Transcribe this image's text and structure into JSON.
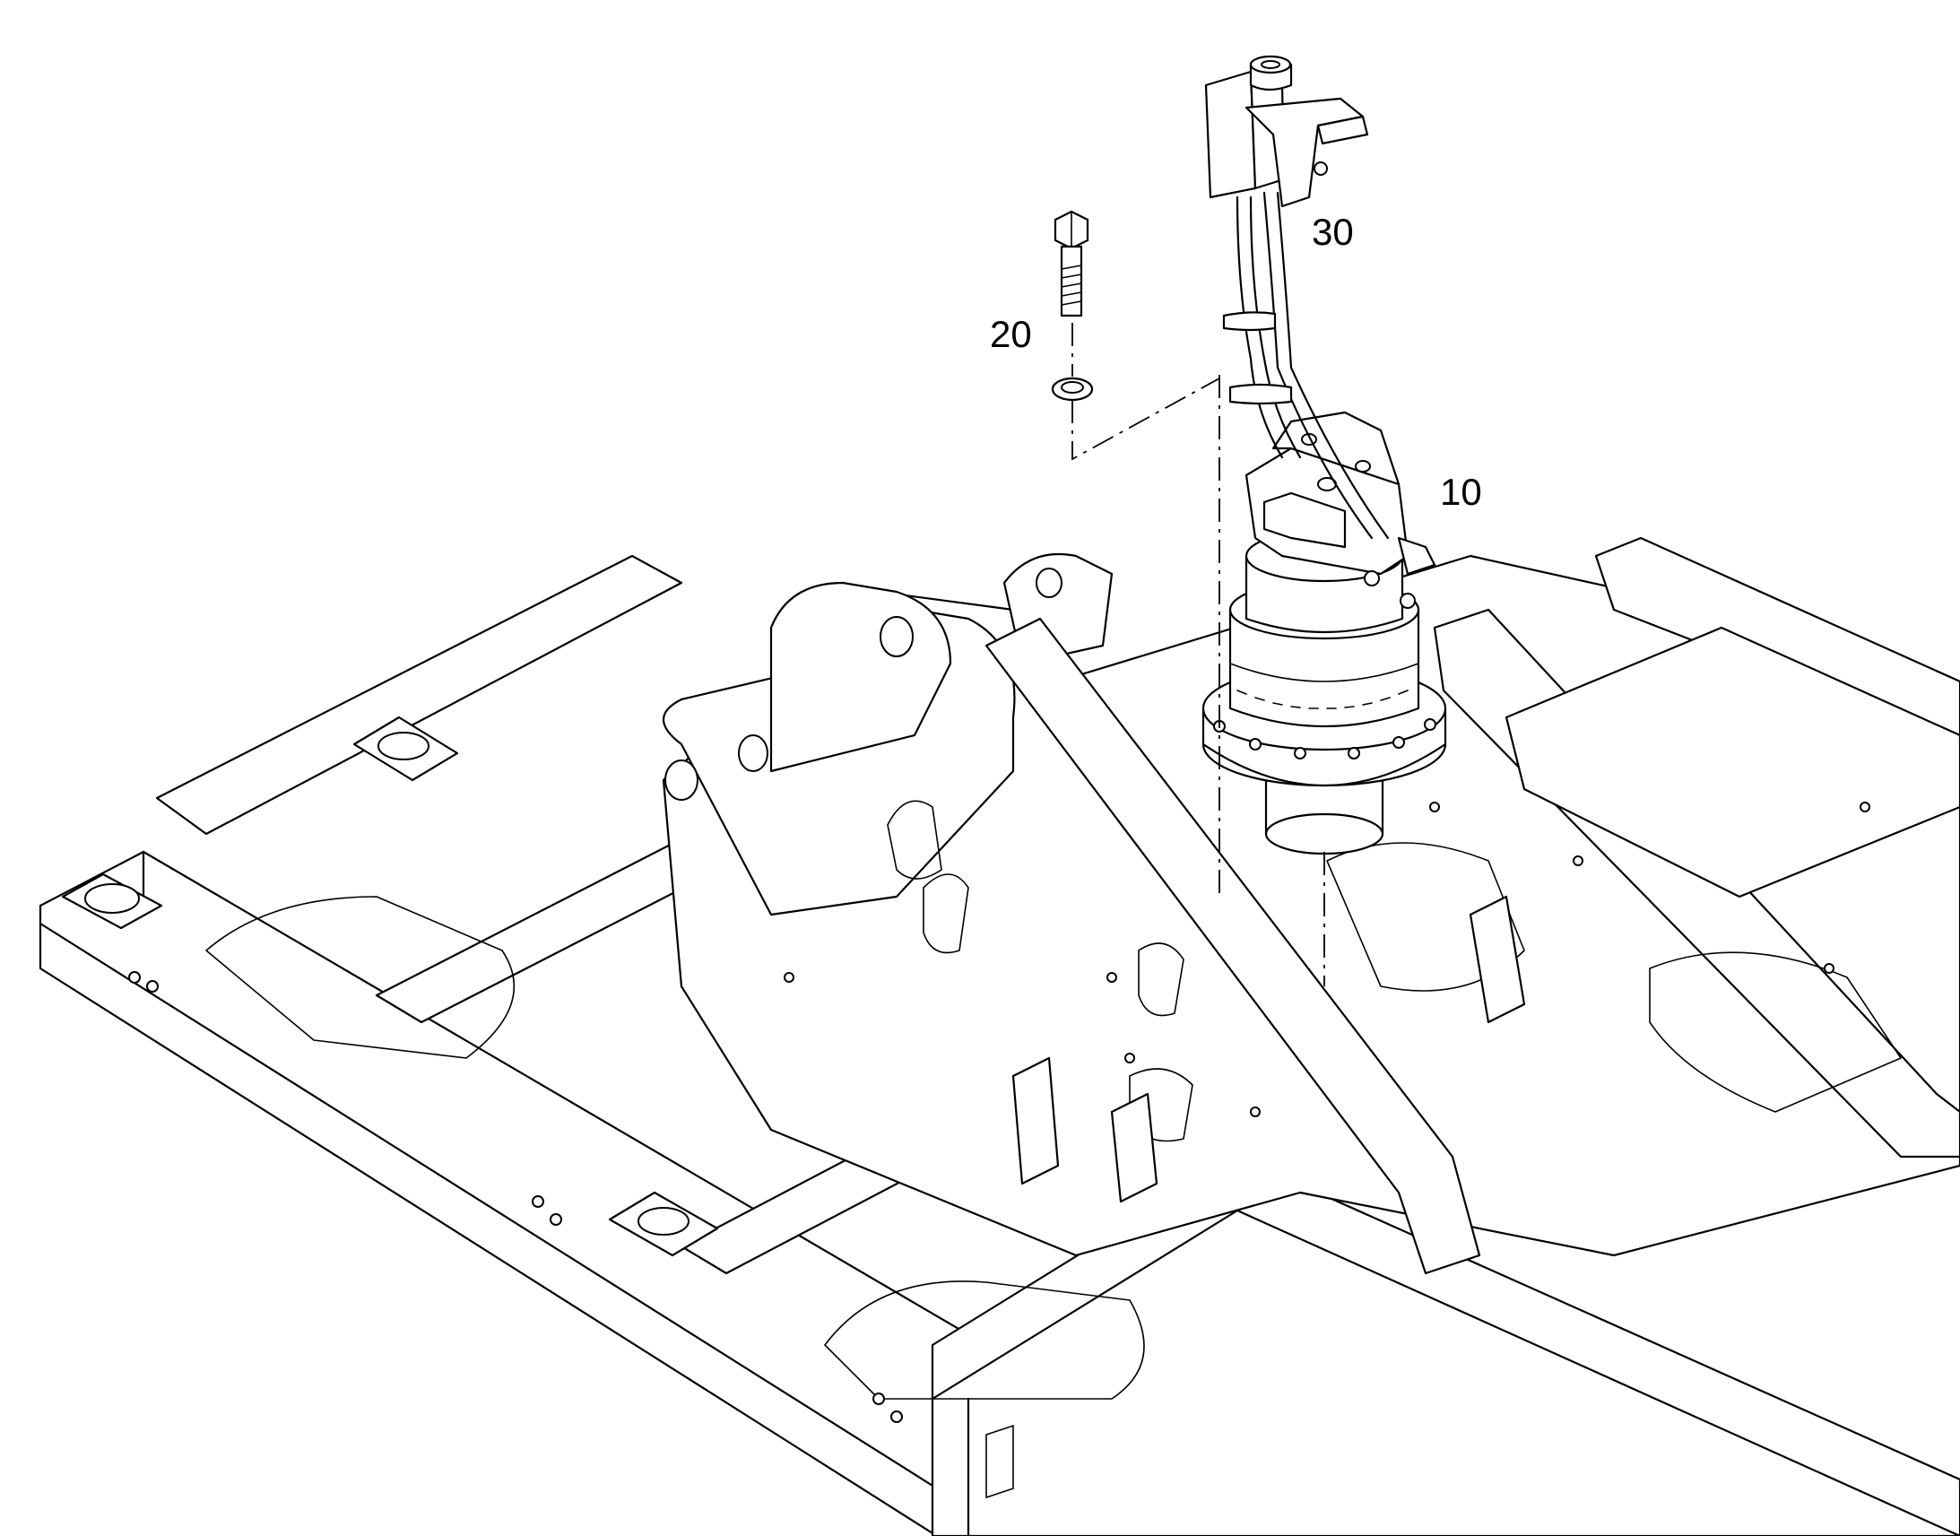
{
  "diagram": {
    "callouts": [
      {
        "id": "motor",
        "label": "10"
      },
      {
        "id": "bolt",
        "label": "20"
      },
      {
        "id": "valve",
        "label": "30"
      }
    ],
    "colors": {
      "line": "#000000",
      "background": "#ffffff"
    }
  }
}
